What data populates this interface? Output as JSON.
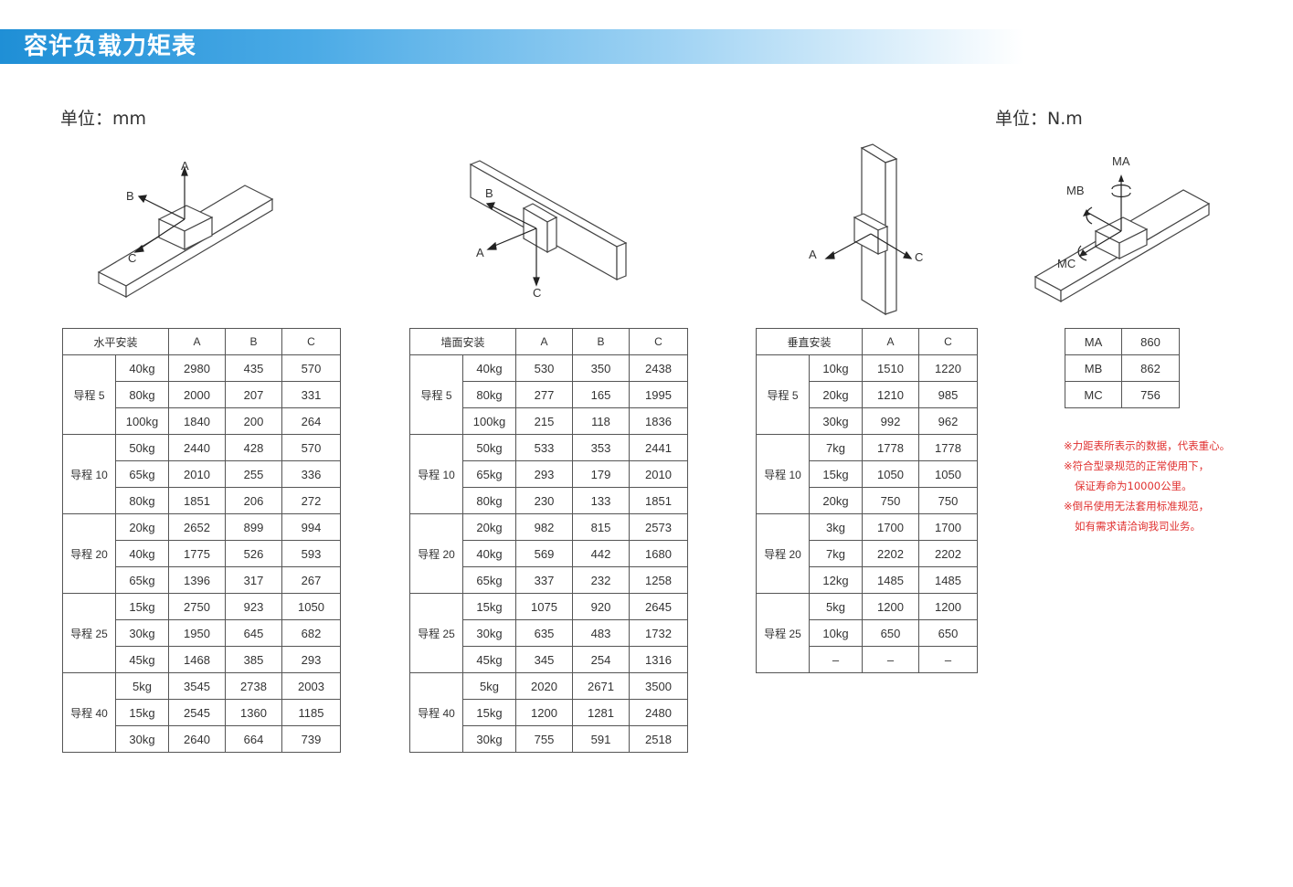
{
  "header": {
    "title": "容许负载力矩表"
  },
  "units": {
    "left": "单位：mm",
    "right": "单位：N.m"
  },
  "diagrams": {
    "horizontal": {
      "labels": [
        "A",
        "B",
        "C"
      ]
    },
    "wall": {
      "labels": [
        "B",
        "A",
        "C"
      ]
    },
    "vertical": {
      "labels": [
        "A",
        "C"
      ]
    },
    "moment": {
      "labels": [
        "MA",
        "MB",
        "MC"
      ]
    }
  },
  "tables": {
    "horizontal": {
      "headers": [
        "水平安装",
        "A",
        "B",
        "C"
      ],
      "groups": [
        {
          "lead": "导程 5",
          "rows": [
            [
              "40kg",
              "2980",
              "435",
              "570"
            ],
            [
              "80kg",
              "2000",
              "207",
              "331"
            ],
            [
              "100kg",
              "1840",
              "200",
              "264"
            ]
          ]
        },
        {
          "lead": "导程 10",
          "rows": [
            [
              "50kg",
              "2440",
              "428",
              "570"
            ],
            [
              "65kg",
              "2010",
              "255",
              "336"
            ],
            [
              "80kg",
              "1851",
              "206",
              "272"
            ]
          ]
        },
        {
          "lead": "导程 20",
          "rows": [
            [
              "20kg",
              "2652",
              "899",
              "994"
            ],
            [
              "40kg",
              "1775",
              "526",
              "593"
            ],
            [
              "65kg",
              "1396",
              "317",
              "267"
            ]
          ]
        },
        {
          "lead": "导程 25",
          "rows": [
            [
              "15kg",
              "2750",
              "923",
              "1050"
            ],
            [
              "30kg",
              "1950",
              "645",
              "682"
            ],
            [
              "45kg",
              "1468",
              "385",
              "293"
            ]
          ]
        },
        {
          "lead": "导程 40",
          "rows": [
            [
              "5kg",
              "3545",
              "2738",
              "2003"
            ],
            [
              "15kg",
              "2545",
              "1360",
              "1185"
            ],
            [
              "30kg",
              "2640",
              "664",
              "739"
            ]
          ]
        }
      ]
    },
    "wall": {
      "headers": [
        "墙面安装",
        "A",
        "B",
        "C"
      ],
      "groups": [
        {
          "lead": "导程 5",
          "rows": [
            [
              "40kg",
              "530",
              "350",
              "2438"
            ],
            [
              "80kg",
              "277",
              "165",
              "1995"
            ],
            [
              "100kg",
              "215",
              "118",
              "1836"
            ]
          ]
        },
        {
          "lead": "导程 10",
          "rows": [
            [
              "50kg",
              "533",
              "353",
              "2441"
            ],
            [
              "65kg",
              "293",
              "179",
              "2010"
            ],
            [
              "80kg",
              "230",
              "133",
              "1851"
            ]
          ]
        },
        {
          "lead": "导程 20",
          "rows": [
            [
              "20kg",
              "982",
              "815",
              "2573"
            ],
            [
              "40kg",
              "569",
              "442",
              "1680"
            ],
            [
              "65kg",
              "337",
              "232",
              "1258"
            ]
          ]
        },
        {
          "lead": "导程 25",
          "rows": [
            [
              "15kg",
              "1075",
              "920",
              "2645"
            ],
            [
              "30kg",
              "635",
              "483",
              "1732"
            ],
            [
              "45kg",
              "345",
              "254",
              "1316"
            ]
          ]
        },
        {
          "lead": "导程 40",
          "rows": [
            [
              "5kg",
              "2020",
              "2671",
              "3500"
            ],
            [
              "15kg",
              "1200",
              "1281",
              "2480"
            ],
            [
              "30kg",
              "755",
              "591",
              "2518"
            ]
          ]
        }
      ]
    },
    "vertical": {
      "headers": [
        "垂直安装",
        "A",
        "C"
      ],
      "groups": [
        {
          "lead": "导程 5",
          "rows": [
            [
              "10kg",
              "1510",
              "1220"
            ],
            [
              "20kg",
              "1210",
              "985"
            ],
            [
              "30kg",
              "992",
              "962"
            ]
          ]
        },
        {
          "lead": "导程 10",
          "rows": [
            [
              "7kg",
              "1778",
              "1778"
            ],
            [
              "15kg",
              "1050",
              "1050"
            ],
            [
              "20kg",
              "750",
              "750"
            ]
          ]
        },
        {
          "lead": "导程 20",
          "rows": [
            [
              "3kg",
              "1700",
              "1700"
            ],
            [
              "7kg",
              "2202",
              "2202"
            ],
            [
              "12kg",
              "1485",
              "1485"
            ]
          ]
        },
        {
          "lead": "导程 25",
          "rows": [
            [
              "5kg",
              "1200",
              "1200"
            ],
            [
              "10kg",
              "650",
              "650"
            ],
            [
              "–",
              "–",
              "–"
            ]
          ]
        }
      ]
    },
    "moment": {
      "rows": [
        [
          "MA",
          "860"
        ],
        [
          "MB",
          "862"
        ],
        [
          "MC",
          "756"
        ]
      ]
    }
  },
  "notes": [
    "※力距表所表示的数据，代表重心。",
    "※符合型录规范的正常使用下，",
    "保证寿命为10000公里。",
    "※倒吊使用无法套用标准规范，",
    "如有需求请洽询我司业务。"
  ],
  "colors": {
    "banner": "#1f8fd6",
    "note": "#e0302f"
  }
}
